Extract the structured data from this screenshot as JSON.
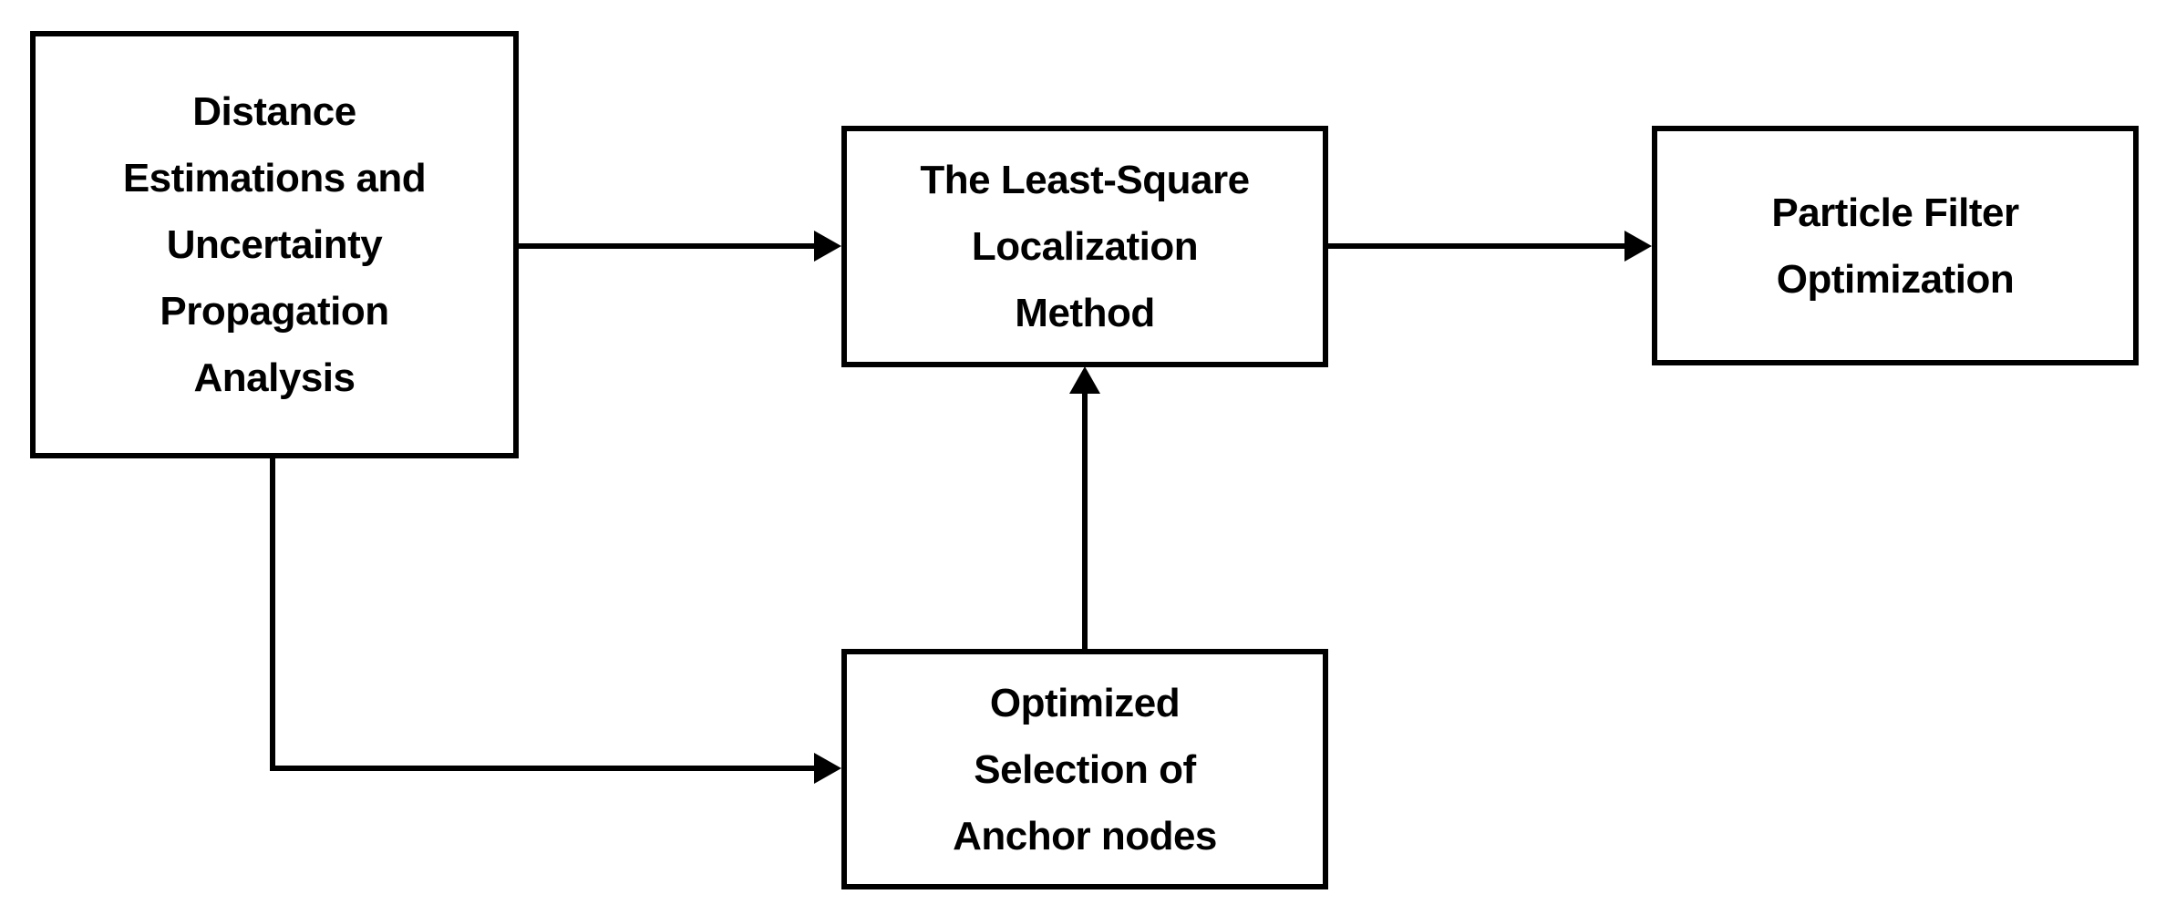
{
  "diagram": {
    "background_color": "#ffffff",
    "line_color": "#000000",
    "text_color": "#000000",
    "nodes": [
      {
        "id": "distance-uncertainty-analysis",
        "label": "Distance\nEstimations and\nUncertainty\nPropagation\nAnalysis"
      },
      {
        "id": "least-square-localization",
        "label": "The Least-Square\nLocalization\nMethod"
      },
      {
        "id": "particle-filter-optimization",
        "label": "Particle Filter\nOptimization"
      },
      {
        "id": "anchor-node-selection",
        "label": "Optimized\nSelection of\nAnchor nodes"
      }
    ],
    "edges": [
      {
        "from": "distance-uncertainty-analysis",
        "to": "least-square-localization",
        "shape": "straight-right"
      },
      {
        "from": "least-square-localization",
        "to": "particle-filter-optimization",
        "shape": "straight-right"
      },
      {
        "from": "anchor-node-selection",
        "to": "least-square-localization",
        "shape": "straight-up"
      },
      {
        "from": "distance-uncertainty-analysis",
        "to": "anchor-node-selection",
        "shape": "elbow-down-right"
      }
    ]
  }
}
